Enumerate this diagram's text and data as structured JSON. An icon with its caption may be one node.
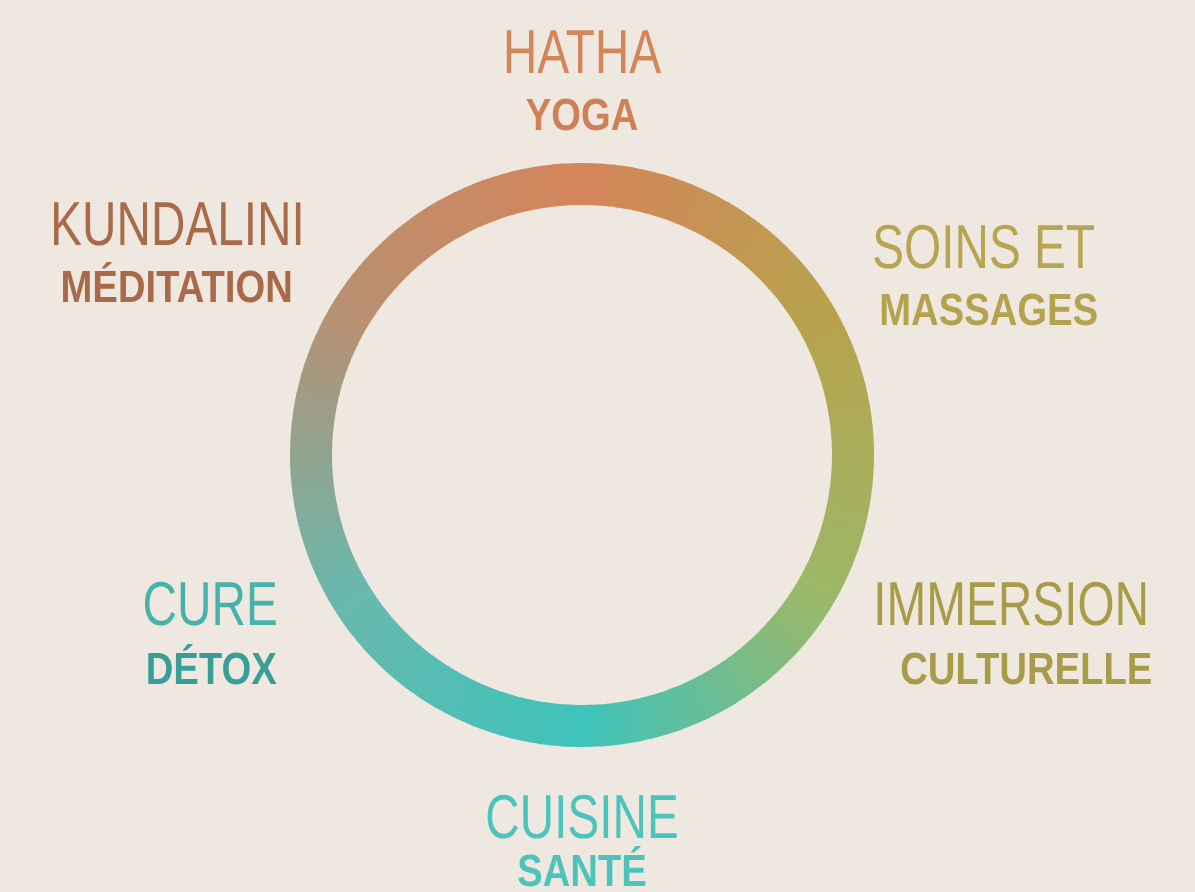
{
  "diagram": {
    "labels": [
      "HATHA",
      "YOGA",
      "KUNDALINI",
      "MÉDITATION",
      "SOINS ET",
      "MASSAGES",
      "CURE",
      "DÉTOX",
      "IMMERSION",
      "CULTURELLE",
      "CUISINE",
      "SANTÉ"
    ]
  }
}
